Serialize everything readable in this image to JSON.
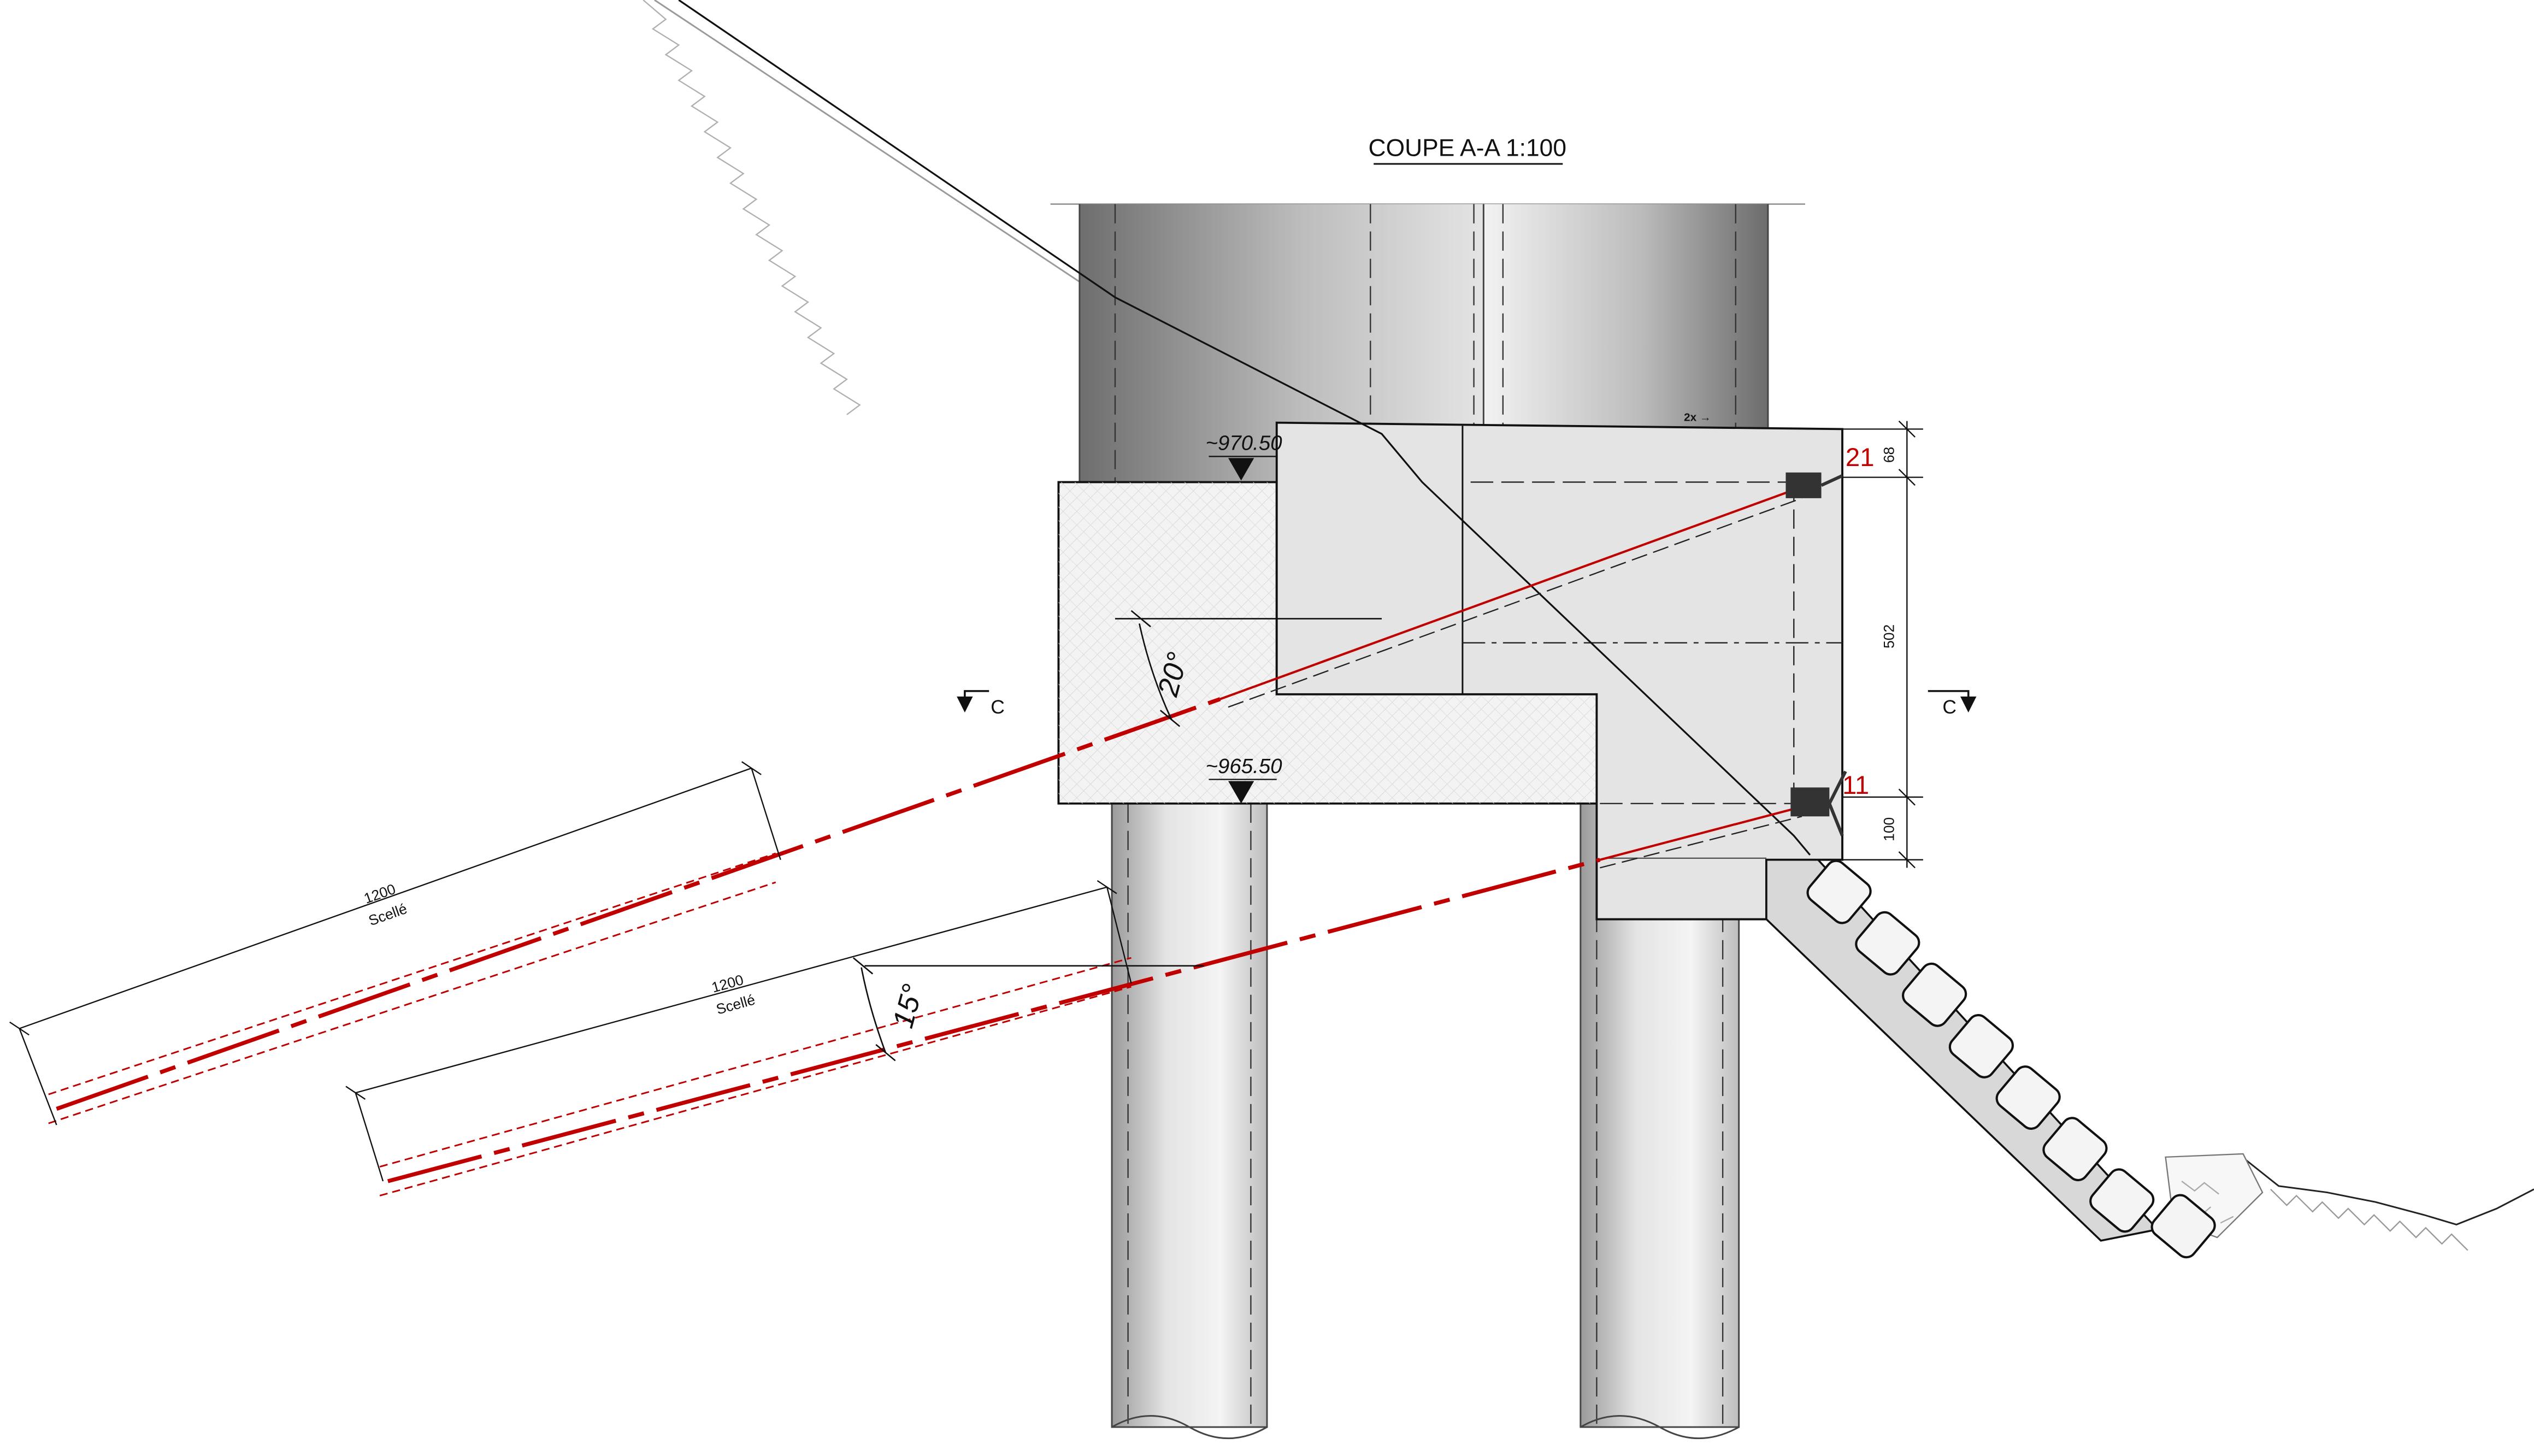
{
  "title": "COUPE A-A 1:100",
  "section_marker": "C",
  "elevations": {
    "upper": "~970.50",
    "lower": "~965.50"
  },
  "anchors": {
    "upper": {
      "number": "21",
      "angle": "20°",
      "length": "1200",
      "type": "Scellé"
    },
    "lower": {
      "number": "11",
      "angle": "15°",
      "length": "1200",
      "type": "Scellé"
    }
  },
  "dimensions": {
    "top": "68",
    "middle": "502",
    "bottom": "100"
  },
  "small_tag": "2x →",
  "colors": {
    "anchor_red": "#c00000",
    "line_black": "#111111",
    "concrete_fill": "#e6e6e6",
    "hatch_fill": "#f2f2f2"
  }
}
